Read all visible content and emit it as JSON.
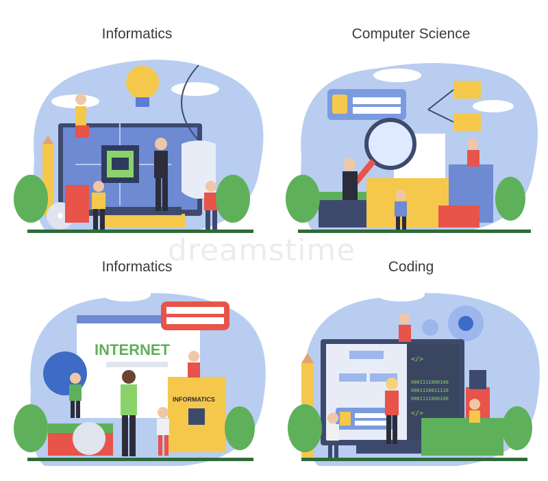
{
  "panels": [
    {
      "title": "Informatics"
    },
    {
      "title": "Computer Science"
    },
    {
      "title": "Informatics"
    },
    {
      "title": "Coding"
    }
  ],
  "labels": {
    "internet": "INTERNET",
    "book_label": "INFORMATICS",
    "code_open": "</>",
    "code_close": "</>",
    "binary": [
      "0001111000100",
      "0001110011110",
      "0001111000100"
    ]
  },
  "watermark": "dreamstime",
  "colors": {
    "background_blob": "#a9c4ee",
    "screen_dark": "#3d4a6e",
    "accent_yellow": "#f5c84b",
    "accent_red": "#e8534a",
    "leaf_green": "#5fb05a"
  }
}
